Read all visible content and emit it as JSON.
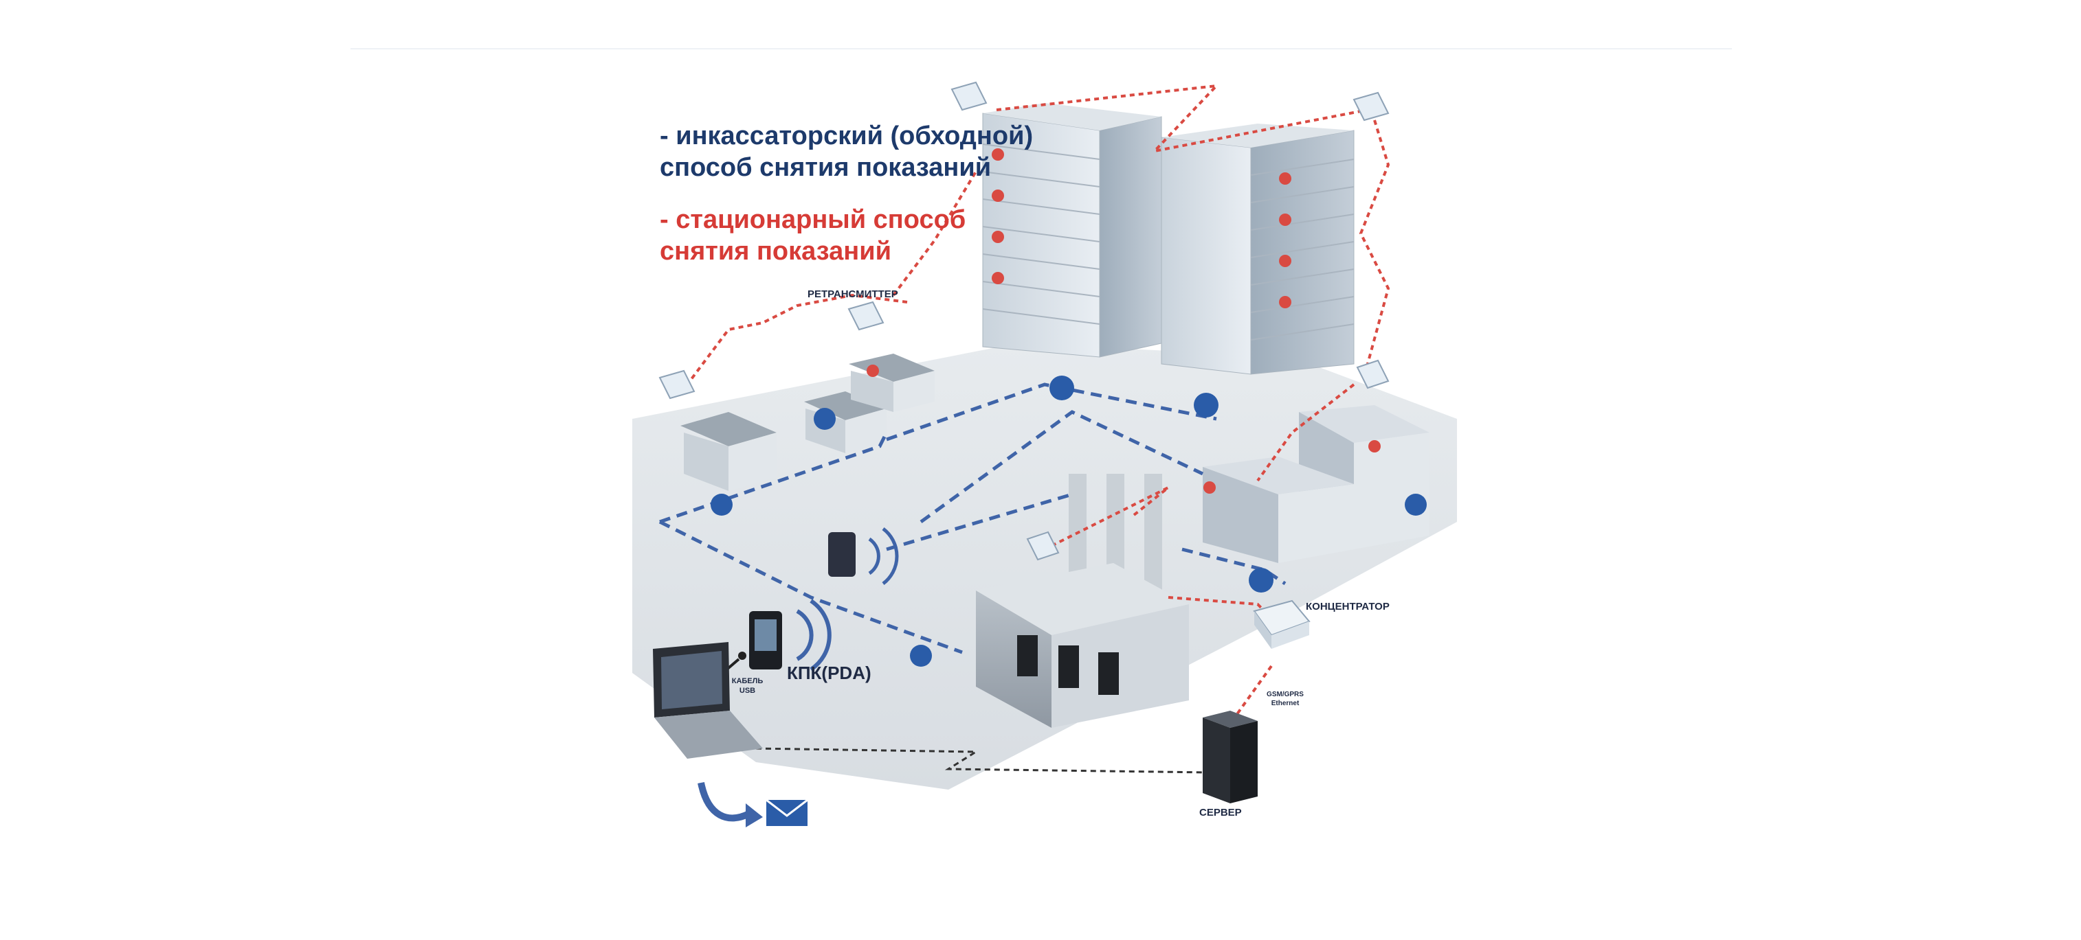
{
  "legend": {
    "manual_line1": "- инкассаторский (обходной)",
    "manual_line2": "способ снятия показаний",
    "stationary_line1": "- стационарный способ",
    "stationary_line2": "снятия показаний"
  },
  "labels": {
    "retransmitter": "РЕТРАНСМИТТЕР",
    "concentrator": "КОНЦЕНТРАТОР",
    "pda": "КПК(PDA)",
    "usb_cable": "КАБЕЛЬ USB",
    "gsm_ethernet": "GSM/GPRS Ethernet",
    "server": "СЕРВЕР"
  },
  "colors": {
    "manual": "#1d3a6b",
    "stationary": "#d63b36",
    "meter_blue": "#2a5ca8",
    "meter_red": "#d94a42"
  },
  "icons": [
    "retransmitter-icon",
    "meter-icon",
    "concentrator-icon",
    "pda-icon",
    "laptop-icon",
    "server-icon",
    "phone-arrow-icon",
    "envelope-icon",
    "usb-cable-icon"
  ]
}
